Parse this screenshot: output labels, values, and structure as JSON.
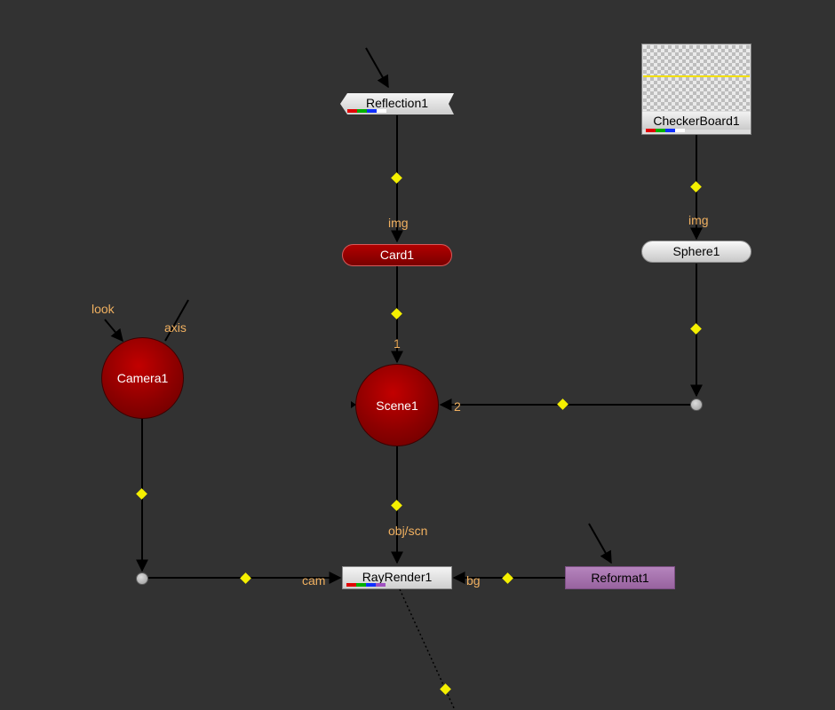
{
  "colors": {
    "canvas": "#323232",
    "edge": "#000000",
    "edge_marker": "#f5f000",
    "pin_label": "#f0b060",
    "node_red": "#9a0000",
    "node_grey": "#d8d8d8",
    "node_purple": "#a873b0"
  },
  "nodes": {
    "reflection": {
      "label": "Reflection1",
      "swatches": [
        "#e00000",
        "#00b000",
        "#1030ff",
        "#ffffff"
      ]
    },
    "checkerboard": {
      "label": "CheckerBoard1",
      "swatches": [
        "#e00000",
        "#00b000",
        "#1030ff",
        "#ffffff"
      ]
    },
    "card": {
      "label": "Card1"
    },
    "sphere": {
      "label": "Sphere1"
    },
    "camera": {
      "label": "Camera1"
    },
    "scene": {
      "label": "Scene1"
    },
    "rayrender": {
      "label": "RayRender1",
      "swatches": [
        "#e00000",
        "#00b000",
        "#1030ff",
        "#a050c0"
      ]
    },
    "reformat": {
      "label": "Reformat1"
    }
  },
  "pins": {
    "card_img": "img",
    "sphere_img": "img",
    "camera_look": "look",
    "camera_axis": "axis",
    "scene_in1": "1",
    "scene_in2": "2",
    "ray_obj": "obj/scn",
    "ray_cam": "cam",
    "ray_bg": "bg"
  }
}
